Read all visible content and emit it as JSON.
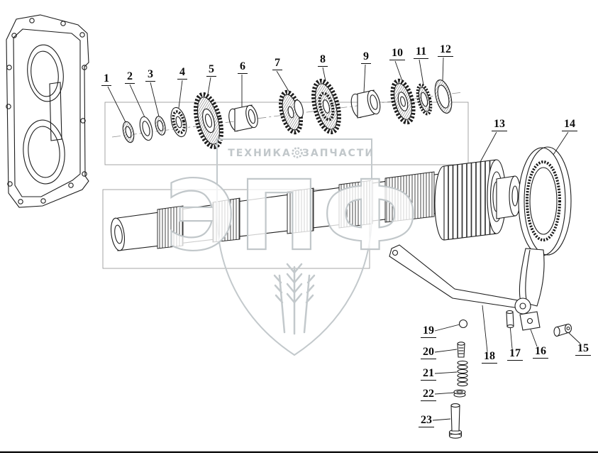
{
  "diagram": {
    "part_labels": [
      "1",
      "2",
      "3",
      "4",
      "5",
      "6",
      "7",
      "8",
      "9",
      "10",
      "11",
      "12",
      "13",
      "14",
      "15",
      "16",
      "17",
      "18",
      "19",
      "20",
      "21",
      "22",
      "23"
    ]
  },
  "watermark": {
    "letters": "ЭПФ",
    "tagline_left": "ТЕХНИКА",
    "tagline_right": "ЗАПЧАСТИ",
    "gear_icon": "⚙",
    "color": "#c3c9cc"
  },
  "colors": {
    "line": "#1d1d1d",
    "background": "#ffffff"
  }
}
